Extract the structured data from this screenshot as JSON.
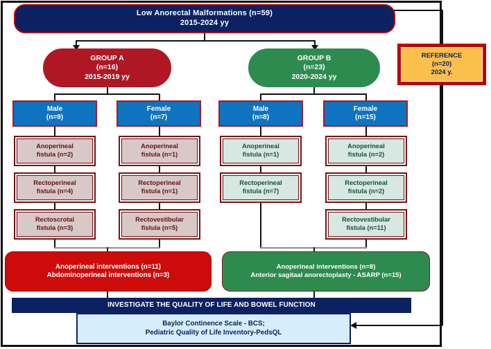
{
  "title_box": {
    "line1": "Low Anorectal Malformations (n=59)",
    "line2": "2015-2024 yy"
  },
  "reference": {
    "line1": "REFERENCE",
    "line2": "(n=20)",
    "line3": "2024 y."
  },
  "groups": [
    {
      "id": "group-a",
      "name": "GROUP A",
      "count": "(n=16)",
      "period": "2015-2019 yy",
      "color": "#b01725",
      "sexes": [
        {
          "label": "Male",
          "count": "(n=9)",
          "fistulas": [
            {
              "line1": "Anoperineal",
              "line2": "fistula (n=2)"
            },
            {
              "line1": "Rectoperineal",
              "line2": "fistula (n=4)"
            },
            {
              "line1": "Rectoscrotal",
              "line2": "fistula (n=3)"
            }
          ]
        },
        {
          "label": "Female",
          "count": "(n=7)",
          "fistulas": [
            {
              "line1": "Anoperineal",
              "line2": "fistula (n=1)"
            },
            {
              "line1": "Rectoperineal",
              "line2": "fistula (n=1)"
            },
            {
              "line1": "Rectovestibular",
              "line2": "fistula (n=5)"
            }
          ]
        }
      ],
      "interventions": {
        "line1": "Anoperineal  interventions (n=11)",
        "line2": "Abdominoperineal  interventions  (n=3)"
      }
    },
    {
      "id": "group-b",
      "name": "GROUP B",
      "count": "(n=23)",
      "period": "2020-2024 yy",
      "color": "#2e8b4f",
      "sexes": [
        {
          "label": "Male",
          "count": "(n=8)",
          "fistulas": [
            {
              "line1": "Anoperineal",
              "line2": "fistula (n=1)"
            },
            {
              "line1": "Rectoperineal",
              "line2": "fistula (n=7)"
            }
          ]
        },
        {
          "label": "Female",
          "count": "(n=15)",
          "fistulas": [
            {
              "line1": "Anoperineal",
              "line2": "fistula (n=2)"
            },
            {
              "line1": "Rectoperineal",
              "line2": "fistula (n=2)"
            },
            {
              "line1": "Rectovestibular",
              "line2": "fistula (n=11)"
            }
          ]
        }
      ],
      "interventions": {
        "line1": "Anoperineal  interventions (n=8)",
        "line2": "Anterior  sagitaal anorectoplasty - ASARP (n=15)"
      }
    }
  ],
  "investigate_bar": {
    "text": "INVESTIGATE THE QUALITY OF LIFE AND BOWEL FUNCTION"
  },
  "bcs_box": {
    "line1": "Baylor Continence  Scale - BCS;",
    "line2": "Pediatric Quality of Life Inventory-PedsQL"
  },
  "colors": {
    "navy": "#0b2161",
    "crimson": "#b01725",
    "green": "#2e8b4f",
    "blue": "#0f74c0",
    "amber": "#fbc04c",
    "red_border": "#c00000",
    "fistula_red_fill": "#d9c8c8",
    "fistula_green_fill": "#d6e8e1",
    "light_blue": "#d6eefc"
  }
}
